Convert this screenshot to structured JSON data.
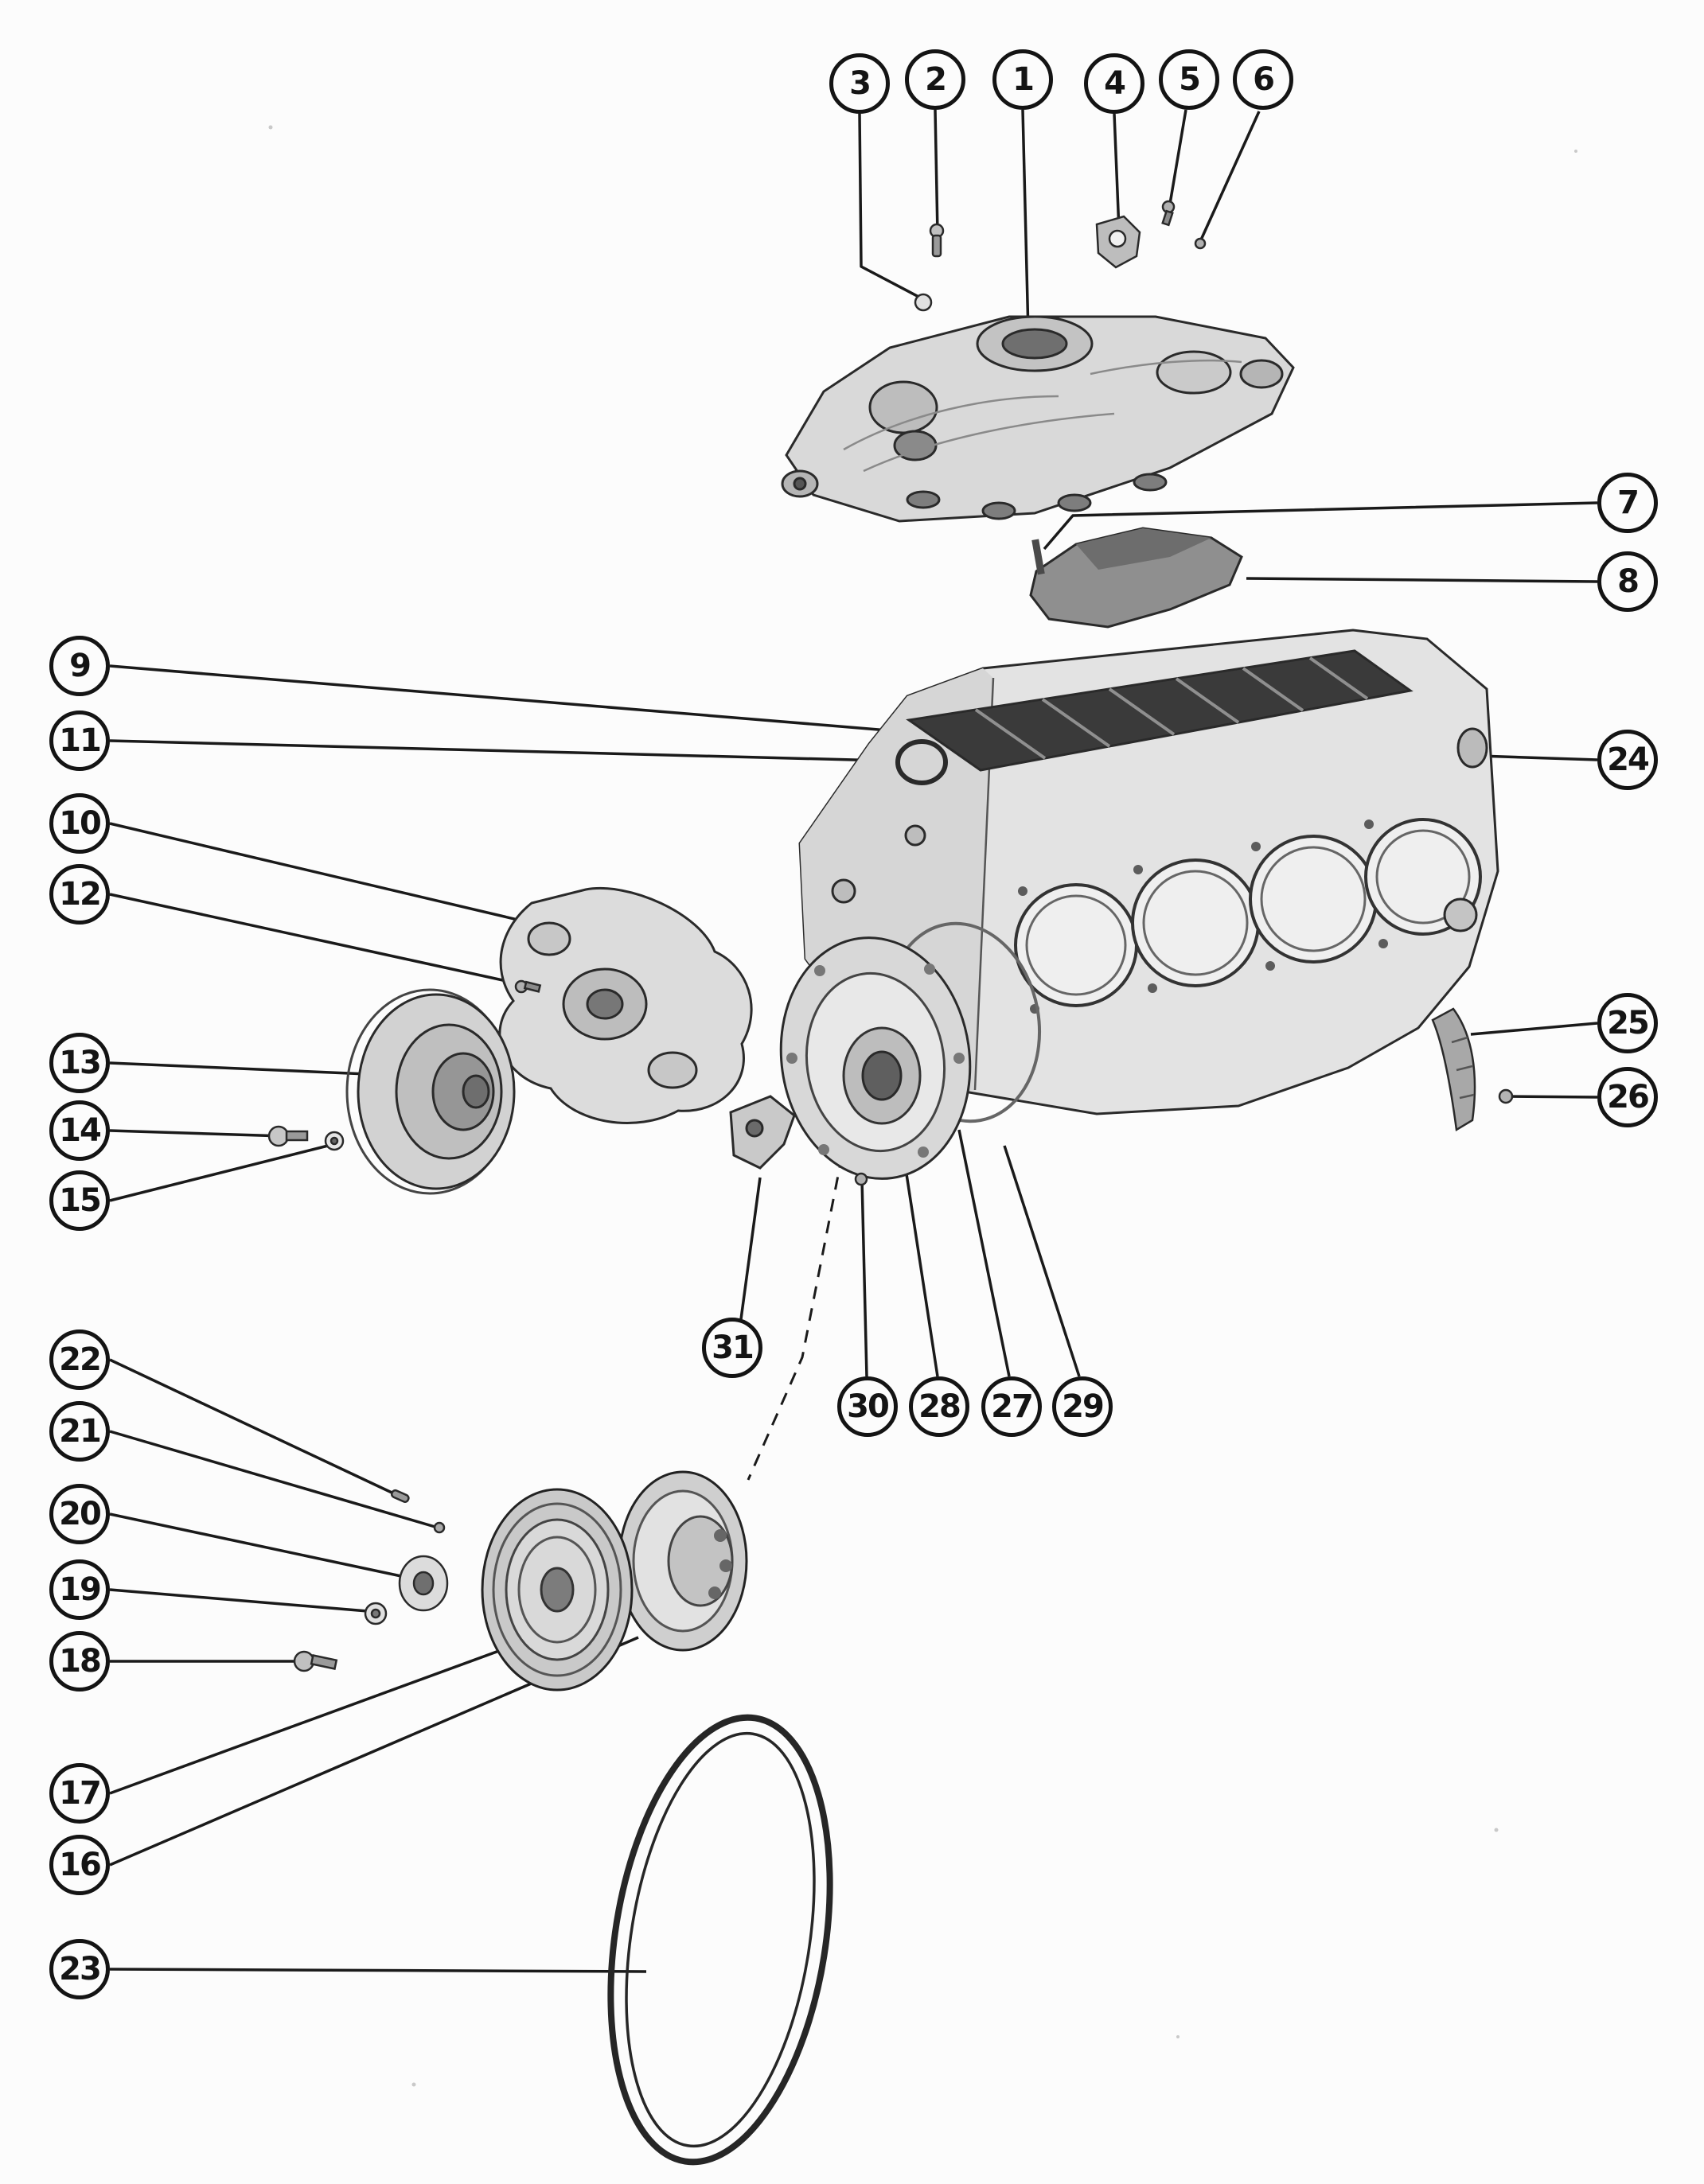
{
  "diagram": {
    "ink_color": "#1a1a1a",
    "paper_color": "#fcfcfc",
    "callouts": [
      {
        "label": "3"
      },
      {
        "label": "2"
      },
      {
        "label": "1"
      },
      {
        "label": "4"
      },
      {
        "label": "5"
      },
      {
        "label": "6"
      },
      {
        "label": "7"
      },
      {
        "label": "8"
      },
      {
        "label": "9"
      },
      {
        "label": "11"
      },
      {
        "label": "10"
      },
      {
        "label": "12"
      },
      {
        "label": "24"
      },
      {
        "label": "13"
      },
      {
        "label": "14"
      },
      {
        "label": "15"
      },
      {
        "label": "25"
      },
      {
        "label": "26"
      },
      {
        "label": "31"
      },
      {
        "label": "30"
      },
      {
        "label": "28"
      },
      {
        "label": "27"
      },
      {
        "label": "29"
      },
      {
        "label": "22"
      },
      {
        "label": "21"
      },
      {
        "label": "20"
      },
      {
        "label": "19"
      },
      {
        "label": "18"
      },
      {
        "label": "17"
      },
      {
        "label": "16"
      },
      {
        "label": "23"
      }
    ]
  }
}
